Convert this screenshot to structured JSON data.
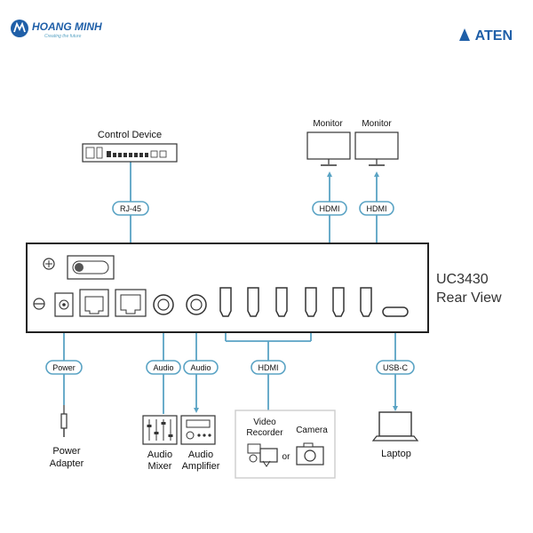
{
  "header": {
    "left_logo": {
      "name": "HOANG MINH",
      "tagline": "Creating the future"
    },
    "right_logo": "ATEN"
  },
  "device": {
    "model": "UC3430",
    "view": "Rear View"
  },
  "top_devices": {
    "control_device": "Control Device",
    "monitor_1": "Monitor",
    "monitor_2": "Monitor"
  },
  "connections": {
    "rj45": "RJ-45",
    "hdmi_out_1": "HDMI",
    "hdmi_out_2": "HDMI",
    "power": "Power",
    "audio_in": "Audio",
    "audio_out": "Audio",
    "hdmi_in": "HDMI",
    "usbc": "USB-C"
  },
  "bottom_devices": {
    "power_adapter": [
      "Power",
      "Adapter"
    ],
    "audio_mixer": [
      "Audio",
      "Mixer"
    ],
    "audio_amplifier": [
      "Audio",
      "Amplifier"
    ],
    "video_recorder": [
      "Video",
      "Recorder"
    ],
    "camera": "Camera",
    "or": "or",
    "laptop": "Laptop"
  },
  "colors": {
    "connector_blue": "#5aa3c4",
    "brand_blue": "#1f5fa8",
    "outline": "#333333"
  },
  "icons": [
    "hoang-minh-logo-icon",
    "aten-logo-icon",
    "ground-screw-icon",
    "power-switch-icon",
    "dc-jack-icon",
    "rj11-port-icon",
    "rj45-port-icon",
    "audio-jack-icon",
    "hdmi-port-icon",
    "usbc-port-icon",
    "monitor-icon",
    "control-device-icon",
    "plug-icon",
    "mixer-icon",
    "amplifier-icon",
    "video-recorder-icon",
    "camera-icon",
    "laptop-icon"
  ]
}
